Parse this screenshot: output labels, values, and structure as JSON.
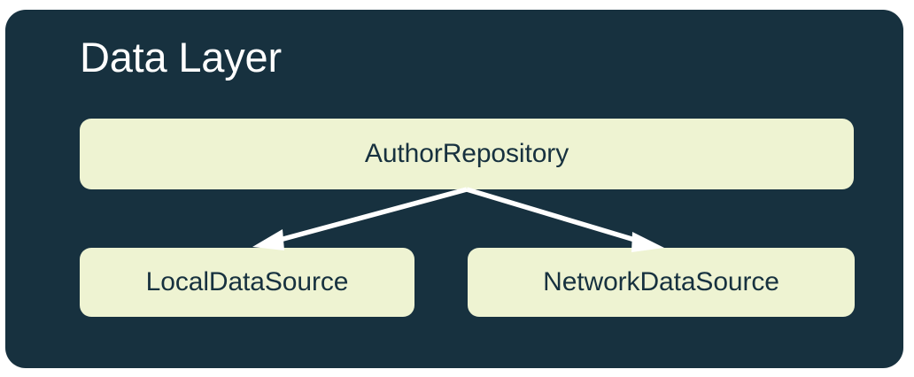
{
  "diagram": {
    "title": "Data Layer",
    "panel_color": "#17313F",
    "node_color": "#EEF3D2",
    "node_text_color": "#17313F",
    "title_color": "#FFFFFF",
    "arrow_color": "#FFFFFF",
    "nodes": [
      {
        "id": "repository",
        "label": "AuthorRepository",
        "role": "repository"
      },
      {
        "id": "local",
        "label": "LocalDataSource",
        "role": "data-source"
      },
      {
        "id": "network",
        "label": "NetworkDataSource",
        "role": "data-source"
      }
    ],
    "edges": [
      {
        "from": "repository",
        "to": "local",
        "style": "solid-arrow"
      },
      {
        "from": "repository",
        "to": "network",
        "style": "solid-arrow"
      }
    ]
  }
}
